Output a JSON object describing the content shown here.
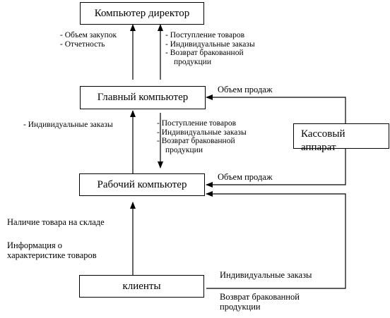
{
  "nodes": {
    "director": "Компьютер директор",
    "main": "Главный компьютер",
    "work": "Рабочий компьютер",
    "cashier": "Кассовый аппарат",
    "clients": "клиенты"
  },
  "edges": {
    "main_to_director": [
      "- Объем закупок",
      "- Отчетность"
    ],
    "director_to_main": [
      "- Поступление товаров",
      "- Индивидуальные заказы",
      "- Возврат бракованной",
      "продукции"
    ],
    "work_to_main": [
      "- Индивидуальные заказы"
    ],
    "main_to_work": [
      "- Поступление товаров",
      "- Индивидуальные заказы",
      "- Возврат бракованной",
      "продукции"
    ],
    "cashier_to_main": "Объем продаж",
    "cashier_to_work": "Объем продаж",
    "clients_to_work": [
      "Наличие товара на складе",
      "Информация о",
      "характеристике товаров"
    ],
    "clients_to_work_right": [
      "Индивидуальные заказы",
      "Возврат бракованной",
      "продукции"
    ]
  },
  "colors": {
    "line": "#000000",
    "background": "#ffffff"
  }
}
